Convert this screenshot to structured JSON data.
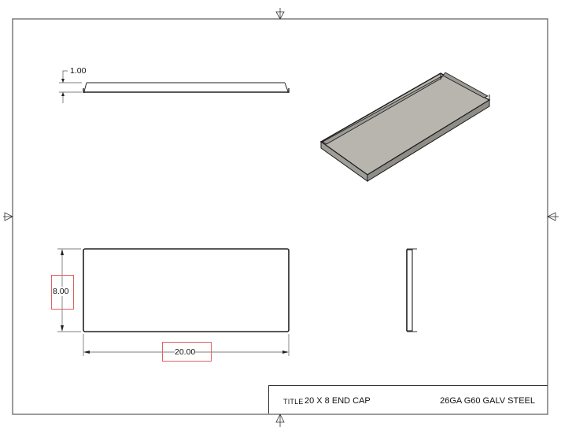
{
  "drawing": {
    "title_label": "TITLE",
    "title": "20 X 8 END CAP",
    "material": "26GA G60 GALV STEEL",
    "frame_color": "#777777",
    "highlight_color": "#e06060",
    "part_fill_color": "#b7b5ae"
  },
  "views": {
    "side_view": {
      "dimension_height": "1.00"
    },
    "plan_view": {
      "dimension_width": "20.00",
      "dimension_height": "8.00"
    },
    "end_view": {},
    "isometric_view": {}
  },
  "markers": {
    "center_marks": [
      "top",
      "bottom",
      "left",
      "right"
    ]
  }
}
